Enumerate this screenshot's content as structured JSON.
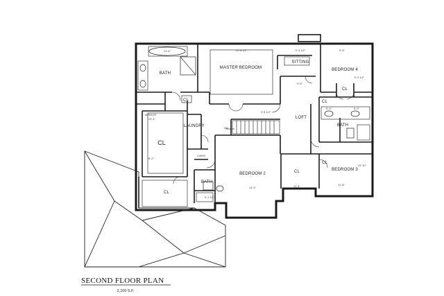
{
  "title": "SECOND FLOOR PLAN",
  "area": "2,100 S.F.",
  "rooms": {
    "master_bedroom": "MASTER BEDROOM",
    "sitting": "SITTING",
    "bath_master": "BATH",
    "bedroom4": "BEDROOM 4",
    "loft": "LOFT",
    "bath_right": "BATH",
    "bedroom3": "BEDROOM 3",
    "bedroom2": "BEDROOM 2",
    "bath_center": "BATH",
    "laundry": "LAUNDRY",
    "dn": "DN",
    "mirror": "MIRROR",
    "linen": "LINEN",
    "cl_master_small": "CL",
    "cl_walkin": "CL",
    "cl_bottom": "CL",
    "cl_bed2": "CL",
    "cl_bed4": "CL",
    "cl_loft": "CL",
    "cl_bed3": "CL"
  },
  "dimensions": {
    "master_w": "15'-8 1/2\"",
    "sitting_w": "9'-3 1/2\"",
    "bed4_w": "9'-8\"",
    "bed4_h": "9'-3 1/2\"",
    "tub": "13'-6\"",
    "loft_w": "9'-8\"",
    "vanity_l": "6'-0\"",
    "vanity_r": "5'-0\"",
    "bed2_w": "13'-5\"",
    "bed3_w": "11'-8\"",
    "bed3_h": "10'-10\"",
    "stair": "3'-5 1/2\"",
    "loft_h": "11'-4\"",
    "walkin_w": "10'-4\"",
    "cl_h": "8'-2\"",
    "bed2_d": "9'-1 1/2\""
  }
}
